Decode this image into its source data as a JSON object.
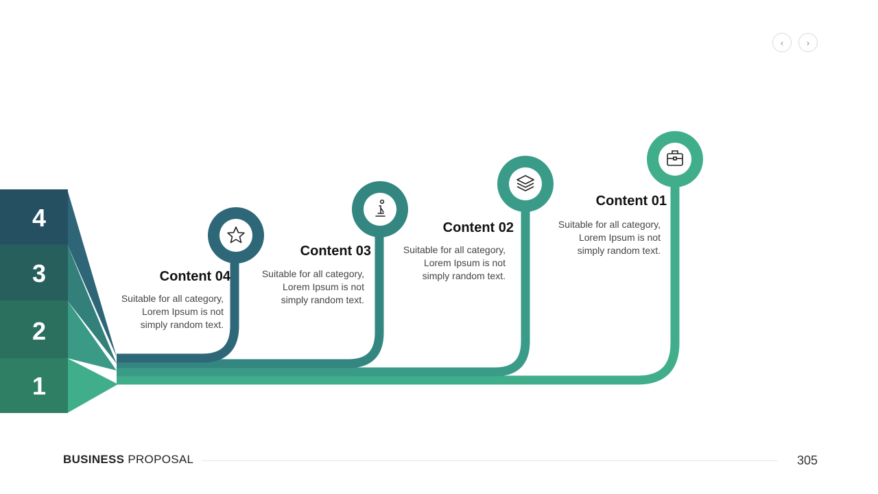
{
  "nav": {
    "prev_icon": "‹",
    "next_icon": "›"
  },
  "levels": [
    {
      "label": "4",
      "color": "#245061"
    },
    {
      "label": "3",
      "color": "#275f5d"
    },
    {
      "label": "2",
      "color": "#2b6f5f"
    },
    {
      "label": "1",
      "color": "#2f7f64"
    }
  ],
  "steps": [
    {
      "title": "Content 01",
      "text_lines": [
        "Suitable for all category,",
        "Lorem Ipsum is not",
        "simply random text."
      ],
      "icon": "briefcase-icon",
      "color": "#41ae8b"
    },
    {
      "title": "Content 02",
      "text_lines": [
        "Suitable for all category,",
        "Lorem Ipsum is not",
        "simply random text."
      ],
      "icon": "layers-icon",
      "color": "#3a9c88"
    },
    {
      "title": "Content 03",
      "text_lines": [
        "Suitable for all category,",
        "Lorem Ipsum is not",
        "simply random text."
      ],
      "icon": "chess-knight-icon",
      "color": "#348680"
    },
    {
      "title": "Content 04",
      "text_lines": [
        "Suitable for all category,",
        "Lorem Ipsum is not",
        "simply random text."
      ],
      "icon": "star-icon",
      "color": "#2e6878"
    }
  ],
  "footer": {
    "brand_bold": "BUSINESS",
    "brand_light": " PROPOSAL",
    "page_number": "305"
  }
}
